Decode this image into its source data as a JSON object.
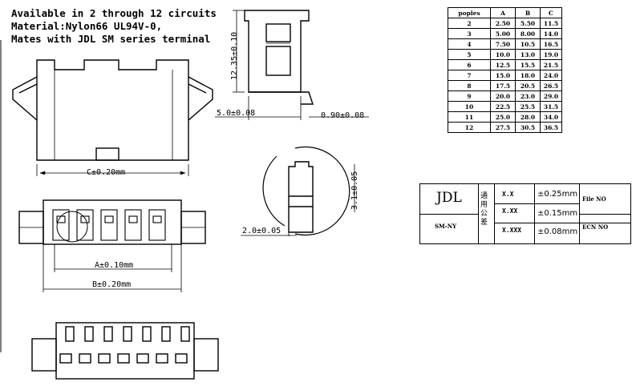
{
  "notes": {
    "line1": "Available in 2 through 12 circuits",
    "line2": "Material:Nylon66 UL94V-0,",
    "line3": "Mates with JDL SM series terminal"
  },
  "dimensions": {
    "height": "12.35±0.10",
    "width_side": "5.0±0.08",
    "thickness": "0.90±0.08",
    "c_dim": "C±0.20mm",
    "a_dim": "A±0.10mm",
    "b_dim": "B±0.20mm",
    "detail_h": "3.1±0.05",
    "detail_w": "2.0±0.05"
  },
  "table": {
    "headers": [
      "poples",
      "A",
      "B",
      "C"
    ],
    "rows": [
      [
        "2",
        "2.50",
        "5.50",
        "11.5"
      ],
      [
        "3",
        "5.00",
        "8.00",
        "14.0"
      ],
      [
        "4",
        "7.50",
        "10.5",
        "16.5"
      ],
      [
        "5",
        "10.0",
        "13.0",
        "19.0"
      ],
      [
        "6",
        "12.5",
        "15.5",
        "21.5"
      ],
      [
        "7",
        "15.0",
        "18.0",
        "24.0"
      ],
      [
        "8",
        "17.5",
        "20.5",
        "26.5"
      ],
      [
        "9",
        "20.0",
        "23.0",
        "29.0"
      ],
      [
        "10",
        "22.5",
        "25.5",
        "31.5"
      ],
      [
        "11",
        "25.0",
        "28.0",
        "34.0"
      ],
      [
        "12",
        "27.5",
        "30.5",
        "36.5"
      ]
    ]
  },
  "title_block": {
    "brand": "JDL",
    "part": "SM-NY",
    "tol_label": "通用公差",
    "rows": [
      {
        "fmt": "X.X",
        "tol": "±0.25mm"
      },
      {
        "fmt": "X.XX",
        "tol": "±0.15mm"
      },
      {
        "fmt": "X.XXX",
        "tol": "±0.08mm"
      }
    ],
    "file_no": "File NO",
    "ecn_no": "ECN NO"
  }
}
